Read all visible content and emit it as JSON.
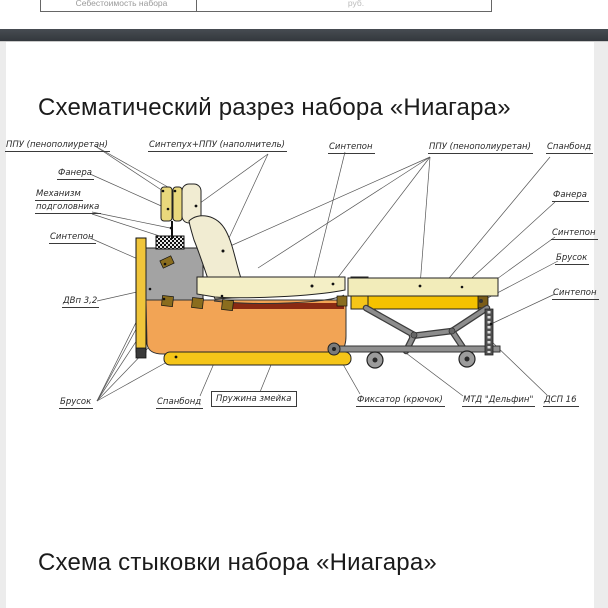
{
  "page": {
    "title_top": "Схематический разрез набора «Ниагара»",
    "title_bottom": "Схема стыковки набора «Ниагара»",
    "top_table": {
      "left_cell": "Себестоимость набора",
      "right_cell": "руб."
    }
  },
  "diagram": {
    "labels": {
      "ppu_left": "ППУ (пенополиуретан)",
      "fanera_left": "Фанера",
      "mech_line1": "Механизм",
      "mech_line2": "подголовника",
      "sintepon_left": "Синтепон",
      "dvp": "ДВп 3,2",
      "brusok_left": "Брусок",
      "sintepuh_ppu": "Синтепух+ППУ (наполнитель)",
      "sintepon_top": "Синтепон",
      "ppu_right": "ППУ (пенополиуретан)",
      "spanbond_right": "Спанбонд",
      "fanera_right": "Фанера",
      "sintepon_right_upper": "Синтепон",
      "brusok_right": "Брусок",
      "sintepon_right_lower": "Синтепон",
      "spanbond_bottom": "Спанбонд",
      "pruzhina": "Пружина змейка",
      "fiksator": "Фиксатор (крючок)",
      "mtd": "МТД \"Дельфин\"",
      "dsp": "ДСП 16"
    },
    "colors": {
      "cushion_cream": "#f1ecd2",
      "slab_cream": "#f2ecba",
      "foam_yellow": "#eed87c",
      "panel_yellow": "#f0c53a",
      "bright_yellow": "#f5c518",
      "box_orange": "#f2a455",
      "spring_red": "#8a2a12",
      "panel_gray": "#a3a3a3",
      "frame_gray": "#8a8a8a",
      "block_brown": "#8a6d1e"
    }
  }
}
